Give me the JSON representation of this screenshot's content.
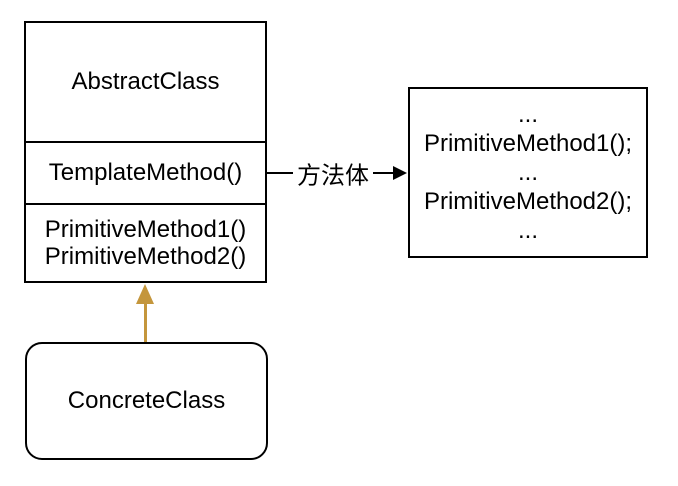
{
  "diagram": {
    "abstract_class": {
      "name": "AbstractClass",
      "template_method": "TemplateMethod()",
      "primitive_method_1": "PrimitiveMethod1()",
      "primitive_method_2": "PrimitiveMethod2()"
    },
    "method_body_connector": {
      "label": "方法体"
    },
    "method_body_box": {
      "lines": [
        "...",
        "PrimitiveMethod1();",
        "...",
        "PrimitiveMethod2();",
        "..."
      ]
    },
    "concrete_class": {
      "name": "ConcreteClass"
    },
    "colors": {
      "stroke": "#000000",
      "inheritance_arrow": "#C4963C",
      "background": "#FFFFFF"
    }
  }
}
